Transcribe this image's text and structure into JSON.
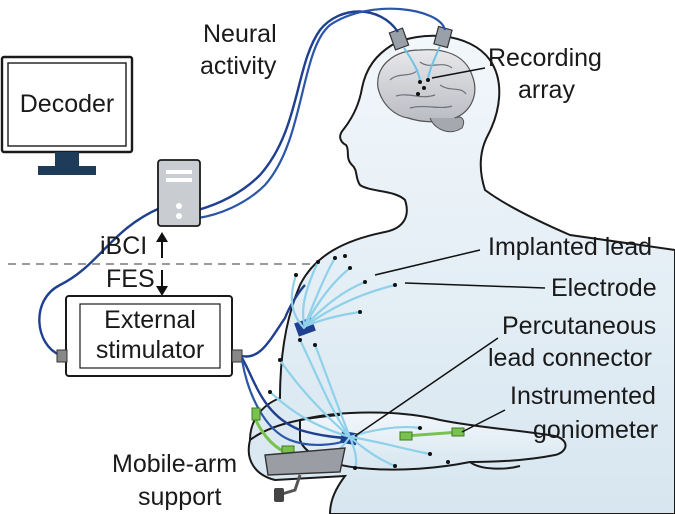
{
  "labels": {
    "decoder": "Decoder",
    "neural_activity_1": "Neural",
    "neural_activity_2": "activity",
    "recording_array_1": "Recording",
    "recording_array_2": "array",
    "ibci": "iBCI",
    "fes": "FES",
    "external_stimulator_1": "External",
    "external_stimulator_2": "stimulator",
    "implanted_lead": "Implanted lead",
    "electrode": "Electrode",
    "percutaneous_1": "Percutaneous",
    "percutaneous_2": "lead connector",
    "instrumented_1": "Instrumented",
    "instrumented_2": "goniometer",
    "mobile_arm_1": "Mobile-arm",
    "mobile_arm_2": "support"
  },
  "colors": {
    "body_fill": "#e4eef5",
    "cable": "#1f3f8f",
    "lead": "#8fd0ea",
    "goniometer": "#7ac24f",
    "monitor_stand": "#1f3b5a"
  }
}
